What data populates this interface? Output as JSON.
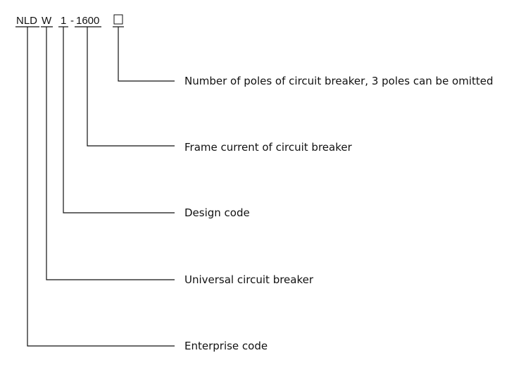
{
  "model_code": {
    "enterprise": "NLD",
    "type": "W",
    "design": "1",
    "separator": "-",
    "frame_current": "1600",
    "poles_placeholder": "□"
  },
  "callouts": [
    {
      "id": "poles",
      "text": "Number of poles of circuit breaker, 3 poles can be omitted"
    },
    {
      "id": "frame-current",
      "text": "Frame current of circuit breaker"
    },
    {
      "id": "design",
      "text": "Design code"
    },
    {
      "id": "universal",
      "text": "Universal circuit breaker"
    },
    {
      "id": "enterprise",
      "text": "Enterprise code"
    }
  ]
}
